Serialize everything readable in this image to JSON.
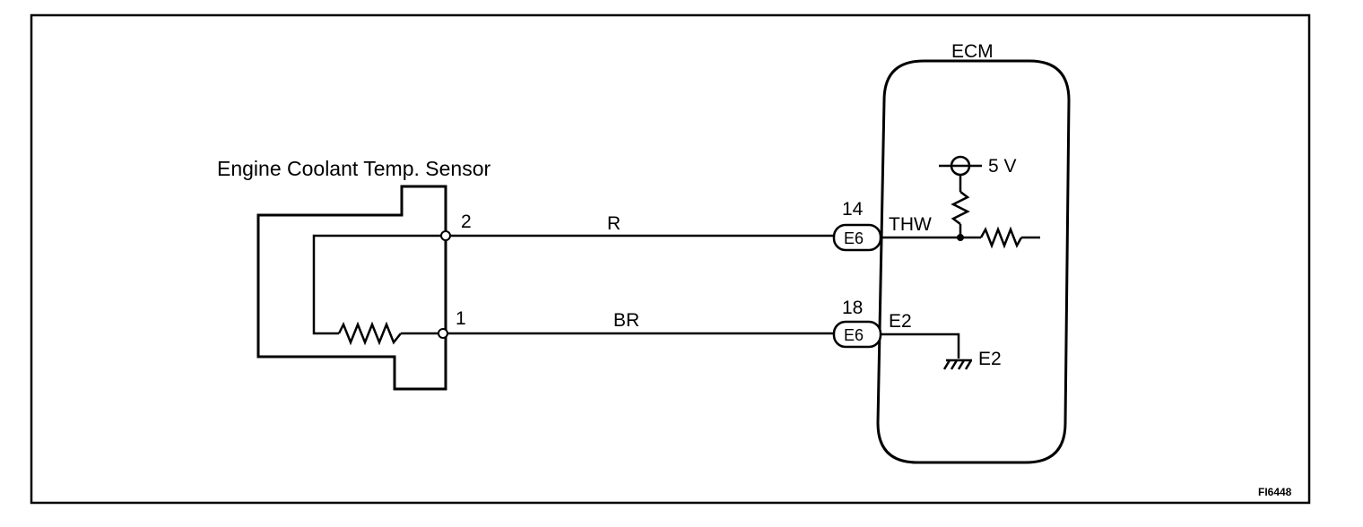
{
  "diagram": {
    "sensor": {
      "title": "Engine Coolant Temp. Sensor",
      "pin_top": "2",
      "pin_bottom": "1"
    },
    "wires": {
      "top_color": "R",
      "bottom_color": "BR"
    },
    "ecm": {
      "title": "ECM",
      "connector_top": {
        "pin": "14",
        "id": "E6",
        "terminal": "THW"
      },
      "connector_bottom": {
        "pin": "18",
        "id": "E6",
        "terminal": "E2"
      },
      "supply_voltage": "5 V",
      "ground_label": "E2"
    },
    "figure_code": "FI6448"
  }
}
